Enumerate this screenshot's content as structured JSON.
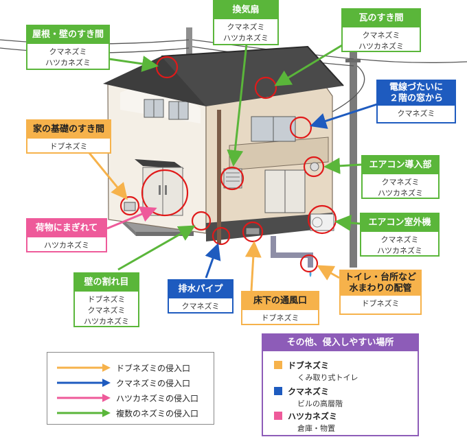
{
  "colors": {
    "dobu": "#f6b24b",
    "kuma": "#1e5bbf",
    "hatsuka": "#ee5a9a",
    "multi": "#5ab63a",
    "other": "#8d5cb8",
    "circle": "#e01a1a"
  },
  "callouts": {
    "roof_wall": {
      "title": "屋根・壁のすき間",
      "rats": [
        "クマネズミ",
        "ハツカネズミ"
      ]
    },
    "fan": {
      "title": "換気扇",
      "rats": [
        "クマネズミ",
        "ハツカネズミ"
      ]
    },
    "tile": {
      "title": "瓦のすき間",
      "rats": [
        "クマネズミ",
        "ハツカネズミ"
      ]
    },
    "wire": {
      "title": "電線づたいに\n２階の窓から",
      "rats": [
        "クマネズミ"
      ]
    },
    "foundation": {
      "title": "家の基礎のすき間",
      "rats": [
        "ドブネズミ"
      ]
    },
    "ac_inlet": {
      "title": "エアコン導入部",
      "rats": [
        "クマネズミ",
        "ハツカネズミ"
      ]
    },
    "luggage": {
      "title": "荷物にまぎれて",
      "rats": [
        "ハツカネズミ"
      ]
    },
    "ac_outdoor": {
      "title": "エアコン室外機",
      "rats": [
        "クマネズミ",
        "ハツカネズミ"
      ]
    },
    "crack": {
      "title": "壁の割れ目",
      "rats": [
        "ドブネズミ",
        "クマネズミ",
        "ハツカネズミ"
      ]
    },
    "drain": {
      "title": "排水パイプ",
      "rats": [
        "クマネズミ"
      ]
    },
    "vent": {
      "title": "床下の通風口",
      "rats": [
        "ドブネズミ"
      ]
    },
    "water": {
      "title": "トイレ・台所など\n水まわりの配管",
      "rats": [
        "ドブネズミ"
      ]
    }
  },
  "legend": [
    "ドブネズミの侵入口",
    "クマネズミの侵入口",
    "ハツカネズミの侵入口",
    "複数のネズミの侵入口"
  ],
  "other": {
    "title": "その他、侵入しやすい場所",
    "items": [
      {
        "name": "ドブネズミ",
        "place": "くみ取り式トイレ"
      },
      {
        "name": "クマネズミ",
        "place": "ビルの高層階"
      },
      {
        "name": "ハツカネズミ",
        "place": "倉庫・物置"
      }
    ]
  }
}
